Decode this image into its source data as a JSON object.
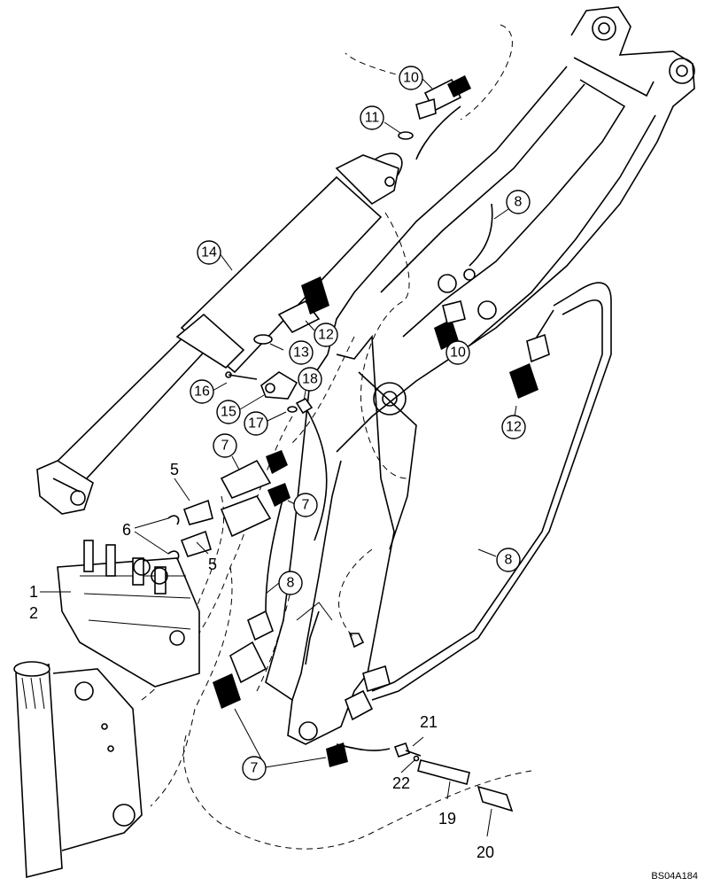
{
  "drawing_code": "BS04A184",
  "callouts": [
    {
      "id": "c10a",
      "label": "10"
    },
    {
      "id": "c11",
      "label": "11"
    },
    {
      "id": "c14",
      "label": "14"
    },
    {
      "id": "c8a",
      "label": "8"
    },
    {
      "id": "c12a",
      "label": "12"
    },
    {
      "id": "c13",
      "label": "13"
    },
    {
      "id": "c10b",
      "label": "10"
    },
    {
      "id": "c16",
      "label": "16"
    },
    {
      "id": "c18",
      "label": "18"
    },
    {
      "id": "c15",
      "label": "15"
    },
    {
      "id": "c17",
      "label": "17"
    },
    {
      "id": "c12b",
      "label": "12"
    },
    {
      "id": "c7a",
      "label": "7"
    },
    {
      "id": "c7b",
      "label": "7"
    },
    {
      "id": "c8b",
      "label": "8"
    },
    {
      "id": "c8c",
      "label": "8"
    },
    {
      "id": "c7c",
      "label": "7"
    }
  ],
  "labels": [
    {
      "id": "l5a",
      "label": "5"
    },
    {
      "id": "l6",
      "label": "6"
    },
    {
      "id": "l5b",
      "label": "5"
    },
    {
      "id": "l1",
      "label": "1"
    },
    {
      "id": "l2",
      "label": "2"
    },
    {
      "id": "l21",
      "label": "21"
    },
    {
      "id": "l22",
      "label": "22"
    },
    {
      "id": "l19",
      "label": "19"
    },
    {
      "id": "l20",
      "label": "20"
    }
  ]
}
